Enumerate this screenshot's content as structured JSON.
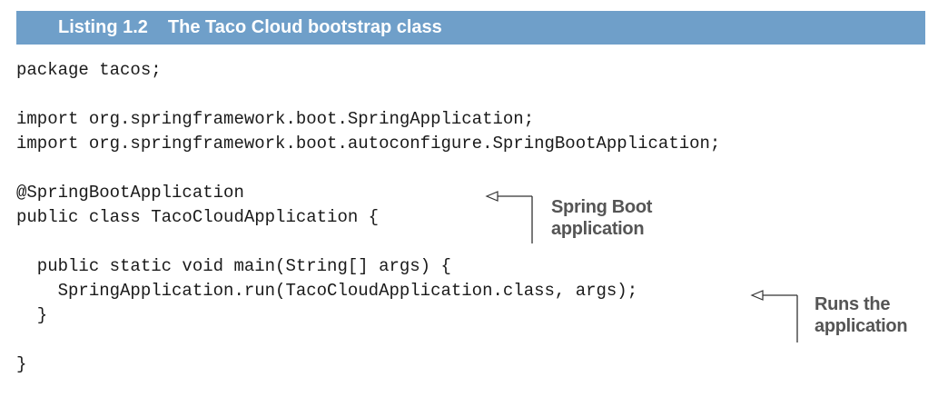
{
  "listing": {
    "number": "Listing 1.2",
    "title": "The Taco Cloud bootstrap class"
  },
  "code_lines": [
    "package tacos;",
    "",
    "import org.springframework.boot.SpringApplication;",
    "import org.springframework.boot.autoconfigure.SpringBootApplication;",
    "",
    "@SpringBootApplication",
    "public class TacoCloudApplication {",
    "",
    "  public static void main(String[] args) {",
    "    SpringApplication.run(TacoCloudApplication.class, args);",
    "  }",
    "",
    "}"
  ],
  "annotations": {
    "spring_boot_app": {
      "line1": "Spring Boot",
      "line2": "application"
    },
    "runs_app": {
      "line1": "Runs the",
      "line2": "application"
    }
  }
}
